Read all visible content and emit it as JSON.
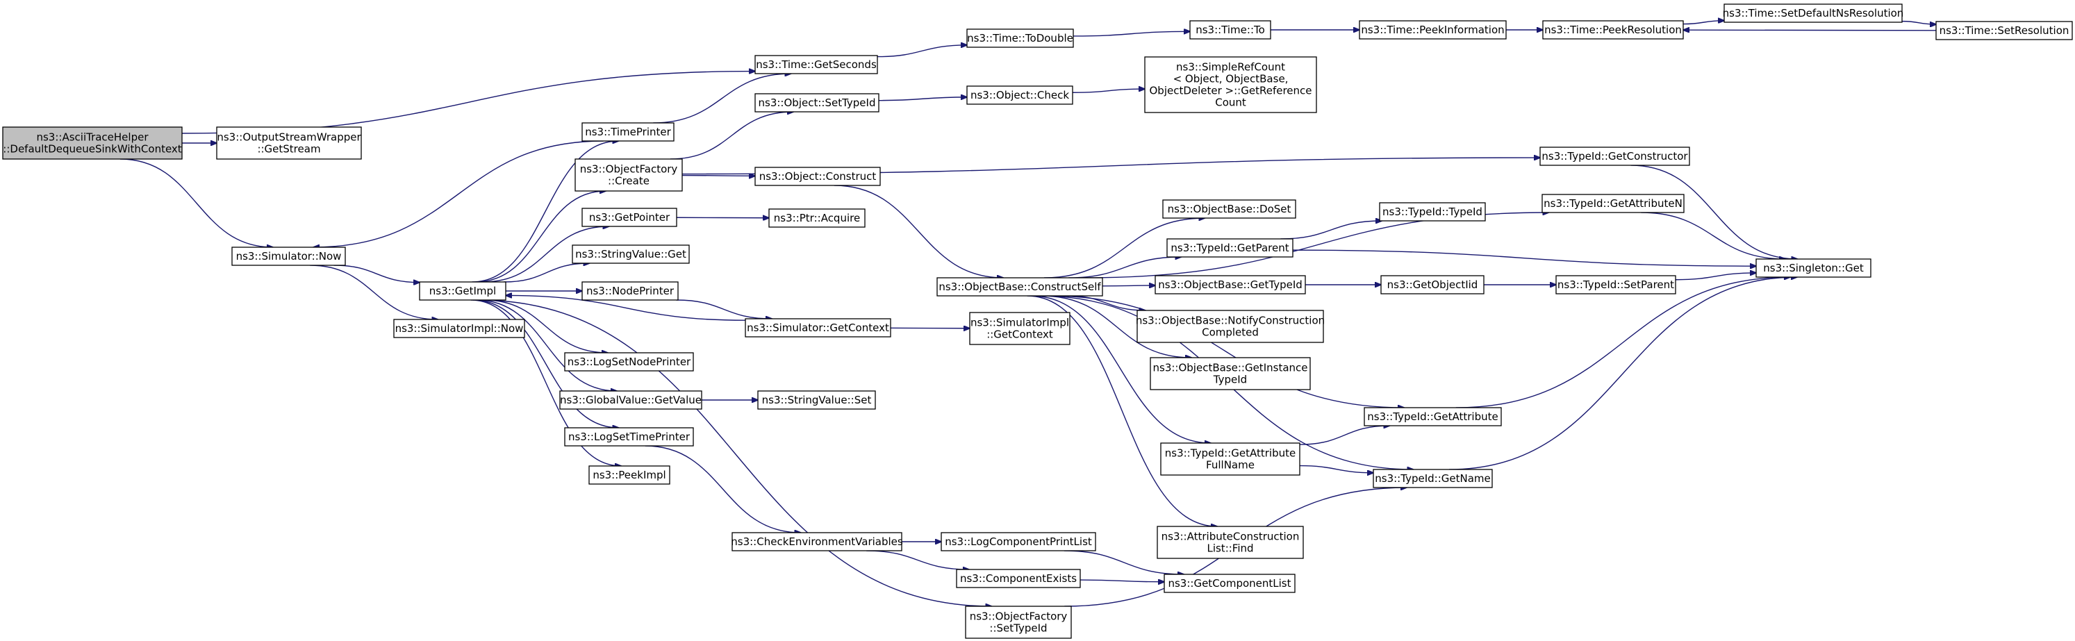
{
  "nodes": [
    {
      "id": "root",
      "lines": [
        "ns3::AsciiTraceHelper",
        "::DefaultDequeueSinkWithContext"
      ],
      "root": true
    },
    {
      "id": "getstream",
      "lines": [
        "ns3::OutputStreamWrapper",
        "::GetStream"
      ]
    },
    {
      "id": "simnow",
      "lines": [
        "ns3::Simulator::Now"
      ]
    },
    {
      "id": "simimplnow",
      "lines": [
        "ns3::SimulatorImpl::Now"
      ]
    },
    {
      "id": "getimpl",
      "lines": [
        "ns3::GetImpl"
      ]
    },
    {
      "id": "timeprinter",
      "lines": [
        "ns3::TimePrinter"
      ]
    },
    {
      "id": "ofcreate",
      "lines": [
        "ns3::ObjectFactory",
        "::Create"
      ]
    },
    {
      "id": "getpointer",
      "lines": [
        "ns3::GetPointer"
      ]
    },
    {
      "id": "stringget",
      "lines": [
        "ns3::StringValue::Get"
      ]
    },
    {
      "id": "nodeprinter",
      "lines": [
        "ns3::NodePrinter"
      ]
    },
    {
      "id": "logsetnode",
      "lines": [
        "ns3::LogSetNodePrinter"
      ]
    },
    {
      "id": "gvgetvalue",
      "lines": [
        "ns3::GlobalValue::GetValue"
      ]
    },
    {
      "id": "logsettime",
      "lines": [
        "ns3::LogSetTimePrinter"
      ]
    },
    {
      "id": "peekimpl",
      "lines": [
        "ns3::PeekImpl"
      ]
    },
    {
      "id": "getseconds",
      "lines": [
        "ns3::Time::GetSeconds"
      ]
    },
    {
      "id": "setypeid",
      "lines": [
        "ns3::Object::SetTypeId"
      ]
    },
    {
      "id": "objconstruct",
      "lines": [
        "ns3::Object::Construct"
      ]
    },
    {
      "id": "ptracquire",
      "lines": [
        "ns3::Ptr::Acquire"
      ]
    },
    {
      "id": "simgetcontext",
      "lines": [
        "ns3::Simulator::GetContext"
      ]
    },
    {
      "id": "stringset",
      "lines": [
        "ns3::StringValue::Set"
      ]
    },
    {
      "id": "checkenv",
      "lines": [
        "ns3::CheckEnvironmentVariables"
      ]
    },
    {
      "id": "todouble",
      "lines": [
        "ns3::Time::ToDouble"
      ]
    },
    {
      "id": "objcheck",
      "lines": [
        "ns3::Object::Check"
      ]
    },
    {
      "id": "constructself",
      "lines": [
        "ns3::ObjectBase::ConstructSelf"
      ]
    },
    {
      "id": "simimplcontext",
      "lines": [
        "ns3::SimulatorImpl",
        "::GetContext"
      ]
    },
    {
      "id": "logcompprint",
      "lines": [
        "ns3::LogComponentPrintList"
      ]
    },
    {
      "id": "compexists",
      "lines": [
        "ns3::ComponentExists"
      ]
    },
    {
      "id": "ofsettypeid",
      "lines": [
        "ns3::ObjectFactory",
        "::SetTypeId"
      ]
    },
    {
      "id": "timeto",
      "lines": [
        "ns3::Time::To"
      ]
    },
    {
      "id": "refcount",
      "lines": [
        "ns3::SimpleRefCount",
        "< Object, ObjectBase,",
        "ObjectDeleter >::GetReference",
        "Count"
      ]
    },
    {
      "id": "doset",
      "lines": [
        "ns3::ObjectBase::DoSet"
      ]
    },
    {
      "id": "tidgetparent",
      "lines": [
        "ns3::TypeId::GetParent"
      ]
    },
    {
      "id": "obgettypeid",
      "lines": [
        "ns3::ObjectBase::GetTypeId"
      ]
    },
    {
      "id": "notifycc",
      "lines": [
        "ns3::ObjectBase::NotifyConstruction",
        "Completed"
      ]
    },
    {
      "id": "getinsttid",
      "lines": [
        "ns3::ObjectBase::GetInstance",
        "TypeId"
      ]
    },
    {
      "id": "tidgetattrfull",
      "lines": [
        "ns3::TypeId::GetAttribute",
        "FullName"
      ]
    },
    {
      "id": "attrfind",
      "lines": [
        "ns3::AttributeConstruction",
        "List::Find"
      ]
    },
    {
      "id": "getcomplist",
      "lines": [
        "ns3::GetComponentList"
      ]
    },
    {
      "id": "peekinfo",
      "lines": [
        "ns3::Time::PeekInformation"
      ]
    },
    {
      "id": "tidtypeid",
      "lines": [
        "ns3::TypeId::TypeId"
      ]
    },
    {
      "id": "getobjectiid",
      "lines": [
        "ns3::GetObjectIid"
      ]
    },
    {
      "id": "tidgetattr",
      "lines": [
        "ns3::TypeId::GetAttribute"
      ]
    },
    {
      "id": "tidgetname",
      "lines": [
        "ns3::TypeId::GetName"
      ]
    },
    {
      "id": "peekres",
      "lines": [
        "ns3::Time::PeekResolution"
      ]
    },
    {
      "id": "tidgetctor",
      "lines": [
        "ns3::TypeId::GetConstructor"
      ]
    },
    {
      "id": "tidgetattrn",
      "lines": [
        "ns3::TypeId::GetAttributeN"
      ]
    },
    {
      "id": "tidsetparent",
      "lines": [
        "ns3::TypeId::SetParent"
      ]
    },
    {
      "id": "setdefaultns",
      "lines": [
        "ns3::Time::SetDefaultNsResolution"
      ]
    },
    {
      "id": "setres",
      "lines": [
        "ns3::Time::SetResolution"
      ]
    },
    {
      "id": "singletonget",
      "lines": [
        "ns3::Singleton::Get"
      ]
    }
  ],
  "edges": [
    [
      "root",
      "getseconds"
    ],
    [
      "root",
      "getstream"
    ],
    [
      "root",
      "simnow"
    ],
    [
      "simnow",
      "getimpl"
    ],
    [
      "simnow",
      "simimplnow"
    ],
    [
      "getimpl",
      "timeprinter"
    ],
    [
      "getimpl",
      "ofcreate"
    ],
    [
      "getimpl",
      "getpointer"
    ],
    [
      "getimpl",
      "stringget"
    ],
    [
      "getimpl",
      "nodeprinter"
    ],
    [
      "getimpl",
      "logsetnode"
    ],
    [
      "getimpl",
      "gvgetvalue"
    ],
    [
      "getimpl",
      "logsettime"
    ],
    [
      "getimpl",
      "peekimpl"
    ],
    [
      "getimpl",
      "ofsettypeid"
    ],
    [
      "timeprinter",
      "getseconds"
    ],
    [
      "timeprinter",
      "simnow"
    ],
    [
      "ofcreate",
      "setypeid"
    ],
    [
      "ofcreate",
      "objconstruct"
    ],
    [
      "ofcreate",
      "tidgetctor"
    ],
    [
      "getpointer",
      "ptracquire"
    ],
    [
      "nodeprinter",
      "simgetcontext"
    ],
    [
      "simgetcontext",
      "getimpl"
    ],
    [
      "simgetcontext",
      "simimplcontext"
    ],
    [
      "gvgetvalue",
      "stringset"
    ],
    [
      "logsettime",
      "checkenv"
    ],
    [
      "checkenv",
      "logcompprint"
    ],
    [
      "checkenv",
      "compexists"
    ],
    [
      "logcompprint",
      "getcomplist"
    ],
    [
      "compexists",
      "getcomplist"
    ],
    [
      "ofsettypeid",
      "tidgetname"
    ],
    [
      "getseconds",
      "todouble"
    ],
    [
      "todouble",
      "timeto"
    ],
    [
      "timeto",
      "peekinfo"
    ],
    [
      "peekinfo",
      "peekres"
    ],
    [
      "peekres",
      "setdefaultns"
    ],
    [
      "setdefaultns",
      "setres"
    ],
    [
      "setres",
      "peekres"
    ],
    [
      "setypeid",
      "objcheck"
    ],
    [
      "objcheck",
      "refcount"
    ],
    [
      "objconstruct",
      "constructself"
    ],
    [
      "constructself",
      "tidgetattrn"
    ],
    [
      "constructself",
      "doset"
    ],
    [
      "constructself",
      "tidgetparent"
    ],
    [
      "constructself",
      "obgettypeid"
    ],
    [
      "constructself",
      "notifycc"
    ],
    [
      "constructself",
      "getinsttid"
    ],
    [
      "constructself",
      "tidgetattr"
    ],
    [
      "constructself",
      "tidgetattrfull"
    ],
    [
      "constructself",
      "tidgetname"
    ],
    [
      "constructself",
      "attrfind"
    ],
    [
      "tidgetparent",
      "tidtypeid"
    ],
    [
      "tidgetparent",
      "singletonget"
    ],
    [
      "obgettypeid",
      "getobjectiid"
    ],
    [
      "getobjectiid",
      "tidsetparent"
    ],
    [
      "tidsetparent",
      "singletonget"
    ],
    [
      "tidgetctor",
      "singletonget"
    ],
    [
      "tidgetattrn",
      "singletonget"
    ],
    [
      "tidgetattr",
      "singletonget"
    ],
    [
      "tidgetname",
      "singletonget"
    ],
    [
      "tidgetattrfull",
      "tidgetattr"
    ],
    [
      "tidgetattrfull",
      "tidgetname"
    ]
  ]
}
